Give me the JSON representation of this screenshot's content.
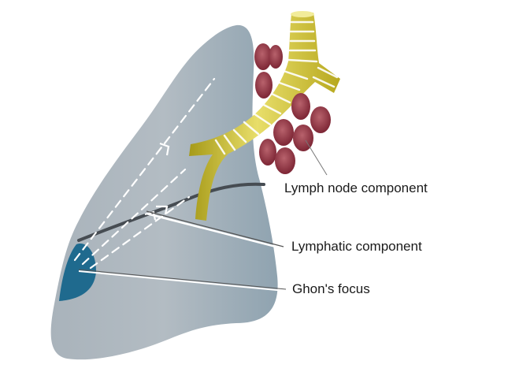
{
  "diagram": {
    "title": "Primary tuberculosis complex",
    "labels": {
      "lymph_node": "Lymph node component",
      "lymphatic": "Lymphatic component",
      "ghon": "Ghon's focus"
    },
    "colors": {
      "lung": "#9aa9b4",
      "lung_edge": "#8496a3",
      "ghon_focus": "#1f6a8e",
      "bronchus": "#c9b92a",
      "bronchus_light": "#eae070",
      "lymph_node": "#8e2e3e",
      "lymph_node_light": "#b45a66",
      "lymphatic_line": "#444a50",
      "dash": "#ffffff"
    }
  }
}
